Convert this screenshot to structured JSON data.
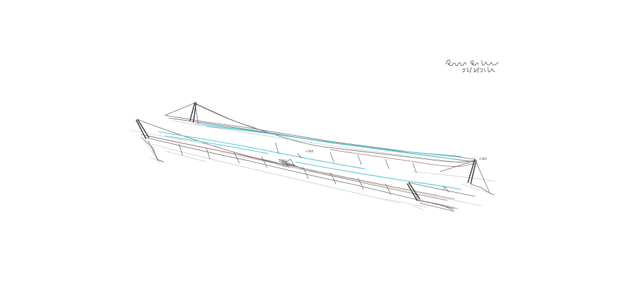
{
  "drawing": {
    "kind": "pencil and colored-pencil perspective sketch of a cable-stayed bridge deck",
    "colors": {
      "paper": "#ffffff",
      "graphite": "#6b6b6b",
      "red_pencil": "#a46a6a",
      "cyan_pencil": "#55c4d6",
      "ink": "#3a3a3a"
    },
    "signature": {
      "lines": [
        "Ricardo Ros [signature]",
        "28/1/1984 [handwritten, partly illegible]"
      ],
      "style": "handwritten"
    },
    "small_annotations": [
      "+560",
      "+560",
      "+560",
      "+560"
    ]
  }
}
